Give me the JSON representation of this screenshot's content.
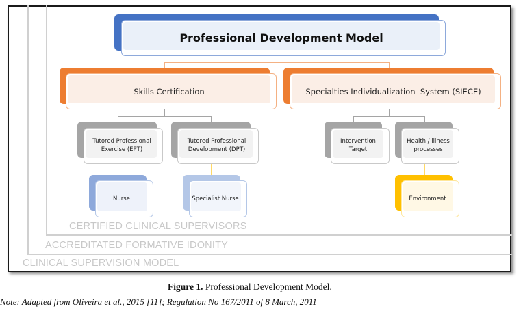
{
  "diagram": {
    "root": {
      "label": "Professional Development Model",
      "color": "#4472C4"
    },
    "level1": [
      {
        "label": "Skills Certification",
        "color": "#ED7D31"
      },
      {
        "label": "Specialties Individualization  System (SIECE)",
        "color": "#ED7D31"
      }
    ],
    "level2": [
      {
        "label": "Tutored Professional Exercise (EPT)",
        "color": "#A5A5A5"
      },
      {
        "label": "Tutored Professional Development (DPT)",
        "color": "#A5A5A5"
      },
      {
        "label": "Intervention Target",
        "color": "#A5A5A5"
      },
      {
        "label": "Health / illness processes",
        "color": "#A5A5A5"
      }
    ],
    "level3": [
      {
        "label": "Nurse",
        "color": "#8EA9DB"
      },
      {
        "label": "Specialist Nurse",
        "color": "#B4C7E7"
      },
      {
        "label": "Environment",
        "color": "#FFC000"
      }
    ],
    "frames": [
      {
        "label": "CERTIFIED CLINICAL SUPERVISORS"
      },
      {
        "label": "ACCREDITATED FORMATIVE IDONITY"
      },
      {
        "label": "CLINICAL SUPERVISION MODEL"
      }
    ]
  },
  "caption": {
    "figure_label": "Figure 1.",
    "figure_title": "Professional Development Model.",
    "note_label": "Note:",
    "note_text": "Adapted from Oliveira et al., 2015 [11]; Regulation No 167/2011 of 8 March, 2011"
  }
}
